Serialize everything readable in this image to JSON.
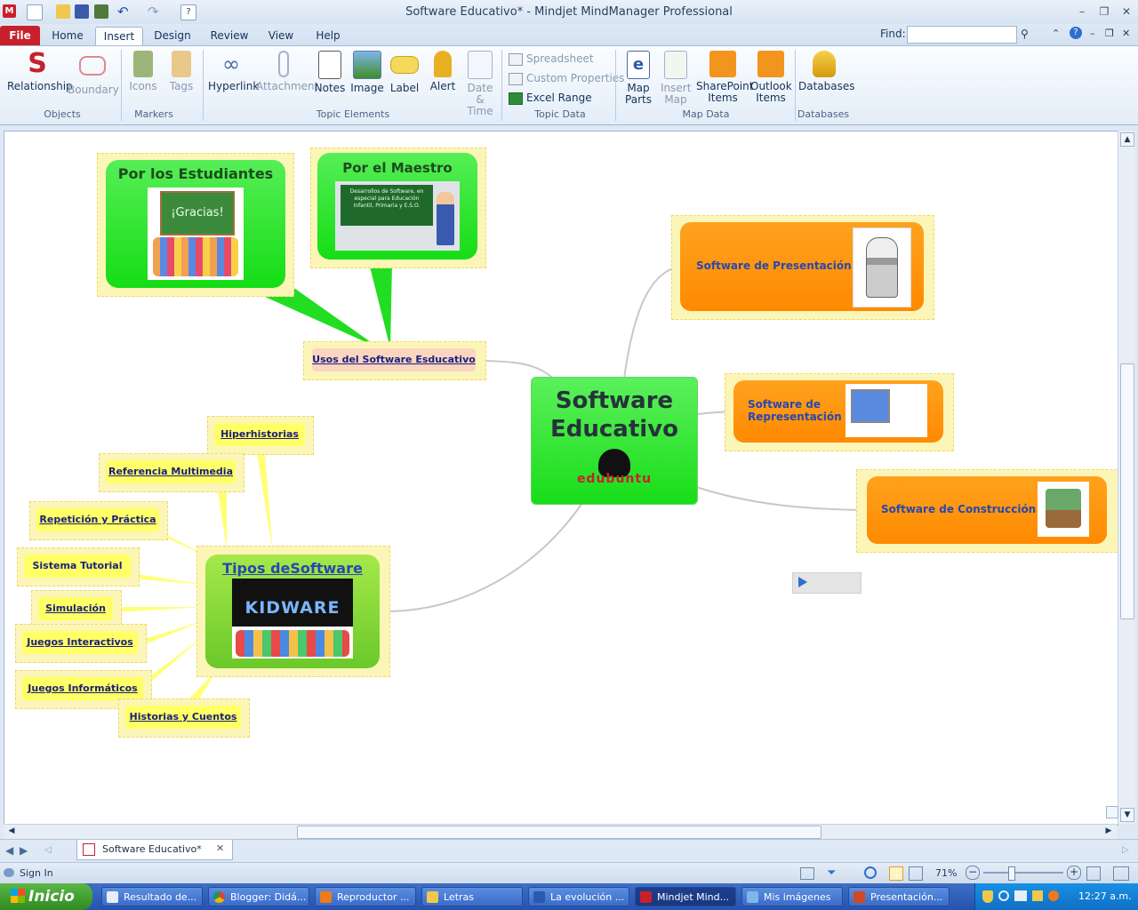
{
  "window": {
    "title": "Software Educativo* - Mindjet MindManager Professional"
  },
  "tabs": {
    "file": "File",
    "home": "Home",
    "insert": "Insert",
    "design": "Design",
    "review": "Review",
    "view": "View",
    "help": "Help"
  },
  "find": {
    "label": "Find:",
    "value": ""
  },
  "ribbon": {
    "relationship": "Relationship",
    "boundary": "Boundary",
    "objects": "Objects",
    "icons": "Icons",
    "tags": "Tags",
    "markers": "Markers",
    "hyperlink": "Hyperlink",
    "attachment": "Attachment",
    "notes": "Notes",
    "image": "Image",
    "label": "Label",
    "alert": "Alert",
    "date_time": "Date & Time",
    "topic_elements": "Topic Elements",
    "spreadsheet": "Spreadsheet",
    "custom_properties": "Custom Properties",
    "excel_range": "Excel Range",
    "topic_data": "Topic Data",
    "map_parts": "Map Parts",
    "insert_map": "Insert Map",
    "sharepoint_items": "SharePoint Items",
    "outlook_items": "Outlook Items",
    "map_data": "Map Data",
    "databases": "Databases",
    "databases_group": "Databases"
  },
  "map": {
    "central": "Software Educativo",
    "central_logo": "edubuntu",
    "uses": "Usos del Software Esducativo",
    "callout_students": "Por los Estudiantes",
    "callout_students_img": "¡Gracias!",
    "callout_teacher": "Por el Maestro",
    "callout_teacher_board": "Desarrollos de Software, en especial para Educación Infantil, Primaria y E.S.O.",
    "presentacion": "Software de Presentación",
    "representacion": "Software de Representación",
    "construccion": "Software de Construcción",
    "tipos": "Tipos deSoftware",
    "tipos_img": "KIDWARE",
    "subtopics": [
      "Hiperhistorias",
      "Referencia Multimedia",
      "Repetición y Práctica",
      "Sistema Tutorial",
      "Simulación",
      "Juegos Interactivos",
      "Juegos Informáticos",
      "Historias y Cuentos"
    ]
  },
  "document_tab": "Software Educativo*",
  "status": {
    "sign_in": "Sign In",
    "zoom": "71%"
  },
  "taskbar": {
    "start": "Inicio",
    "items": [
      "Resultado de...",
      "Blogger: Didá...",
      "Reproductor ...",
      "Letras",
      "La evolución ...",
      "Mindjet Mind...",
      "Mis imágenes",
      "Presentación..."
    ],
    "clock": "12:27 a.m."
  }
}
